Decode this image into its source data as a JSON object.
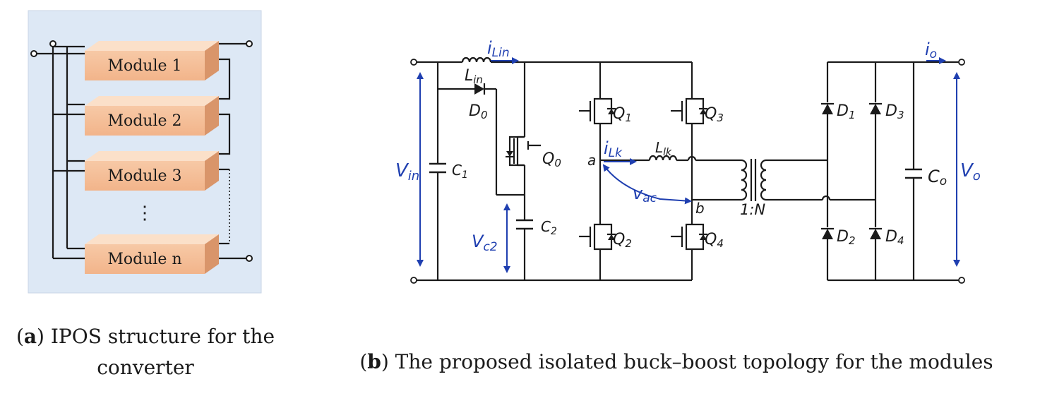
{
  "panel_a": {
    "modules": [
      "Module 1",
      "Module 2",
      "Module 3",
      "Module n"
    ],
    "ellipsis": "⋮",
    "caption_letter": "a",
    "caption_line1": "IPOS structure for the",
    "caption_line2": "converter"
  },
  "panel_b": {
    "labels": {
      "i_lin_main": "i",
      "i_lin_sub": "Lin",
      "l_in_main": "L",
      "l_in_sub": "in",
      "d0_main": "D",
      "d0_sub": "0",
      "q0_main": "Q",
      "q0_sub": "0",
      "q1_main": "Q",
      "q1_sub": "1",
      "q2_main": "Q",
      "q2_sub": "2",
      "q3_main": "Q",
      "q3_sub": "3",
      "q4_main": "Q",
      "q4_sub": "4",
      "vin_main": "V",
      "vin_sub": "in",
      "c1_main": "C",
      "c1_sub": "1",
      "c2_main": "C",
      "c2_sub": "2",
      "vc2_main": "V",
      "vc2_sub": "c2",
      "ilk_main": "i",
      "ilk_sub": "Lk",
      "llk_main": "L",
      "llk_sub": "lk",
      "vac_main": "v",
      "vac_sub": "ac",
      "node_a": "a",
      "node_b": "b",
      "ratio": "1:N",
      "d1_main": "D",
      "d1_sub": "1",
      "d2_main": "D",
      "d2_sub": "2",
      "d3_main": "D",
      "d3_sub": "3",
      "d4_main": "D",
      "d4_sub": "4",
      "co_main": "C",
      "co_sub": "o",
      "vo_main": "V",
      "vo_sub": "o",
      "io_main": "i",
      "io_sub": "o"
    },
    "caption_letter": "b",
    "caption_text": "The proposed isolated buck–boost topology for the modules"
  }
}
